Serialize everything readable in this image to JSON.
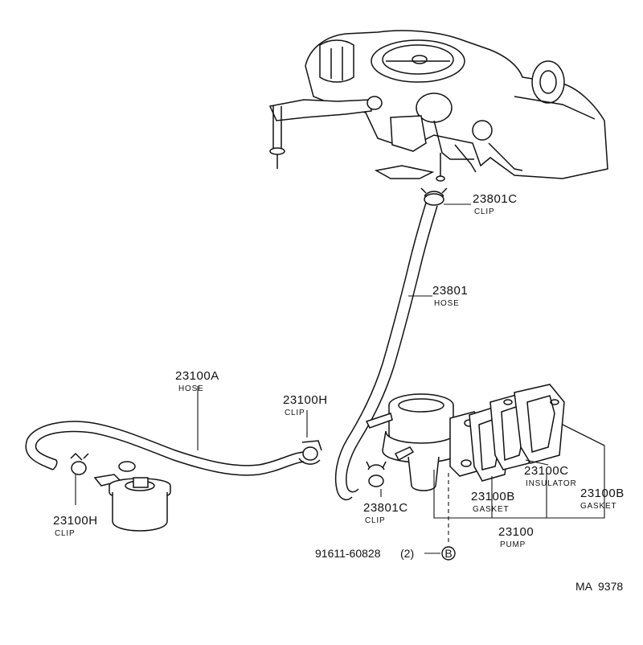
{
  "callouts": {
    "clip_top": {
      "number": "23801C",
      "name": "CLIP"
    },
    "hose_main": {
      "number": "23801",
      "name": "HOSE"
    },
    "hose_a": {
      "number": "23100A",
      "name": "HOSE"
    },
    "clip_h_mid": {
      "number": "23100H",
      "name": "CLIP"
    },
    "clip_h_left": {
      "number": "23100H",
      "name": "CLIP"
    },
    "clip_bottom": {
      "number": "23801C",
      "name": "CLIP"
    },
    "insulator": {
      "number": "23100C",
      "name": "INSULATOR"
    },
    "gasket_right": {
      "number": "23100B",
      "name": "GASKET"
    },
    "gasket_left": {
      "number": "23100B",
      "name": "GASKET"
    },
    "pump": {
      "number": "23100",
      "name": "PUMP"
    }
  },
  "bolt": {
    "part": "91611-60828",
    "qty": "(2)",
    "marker": "B"
  },
  "figure_code": "MA  9378"
}
